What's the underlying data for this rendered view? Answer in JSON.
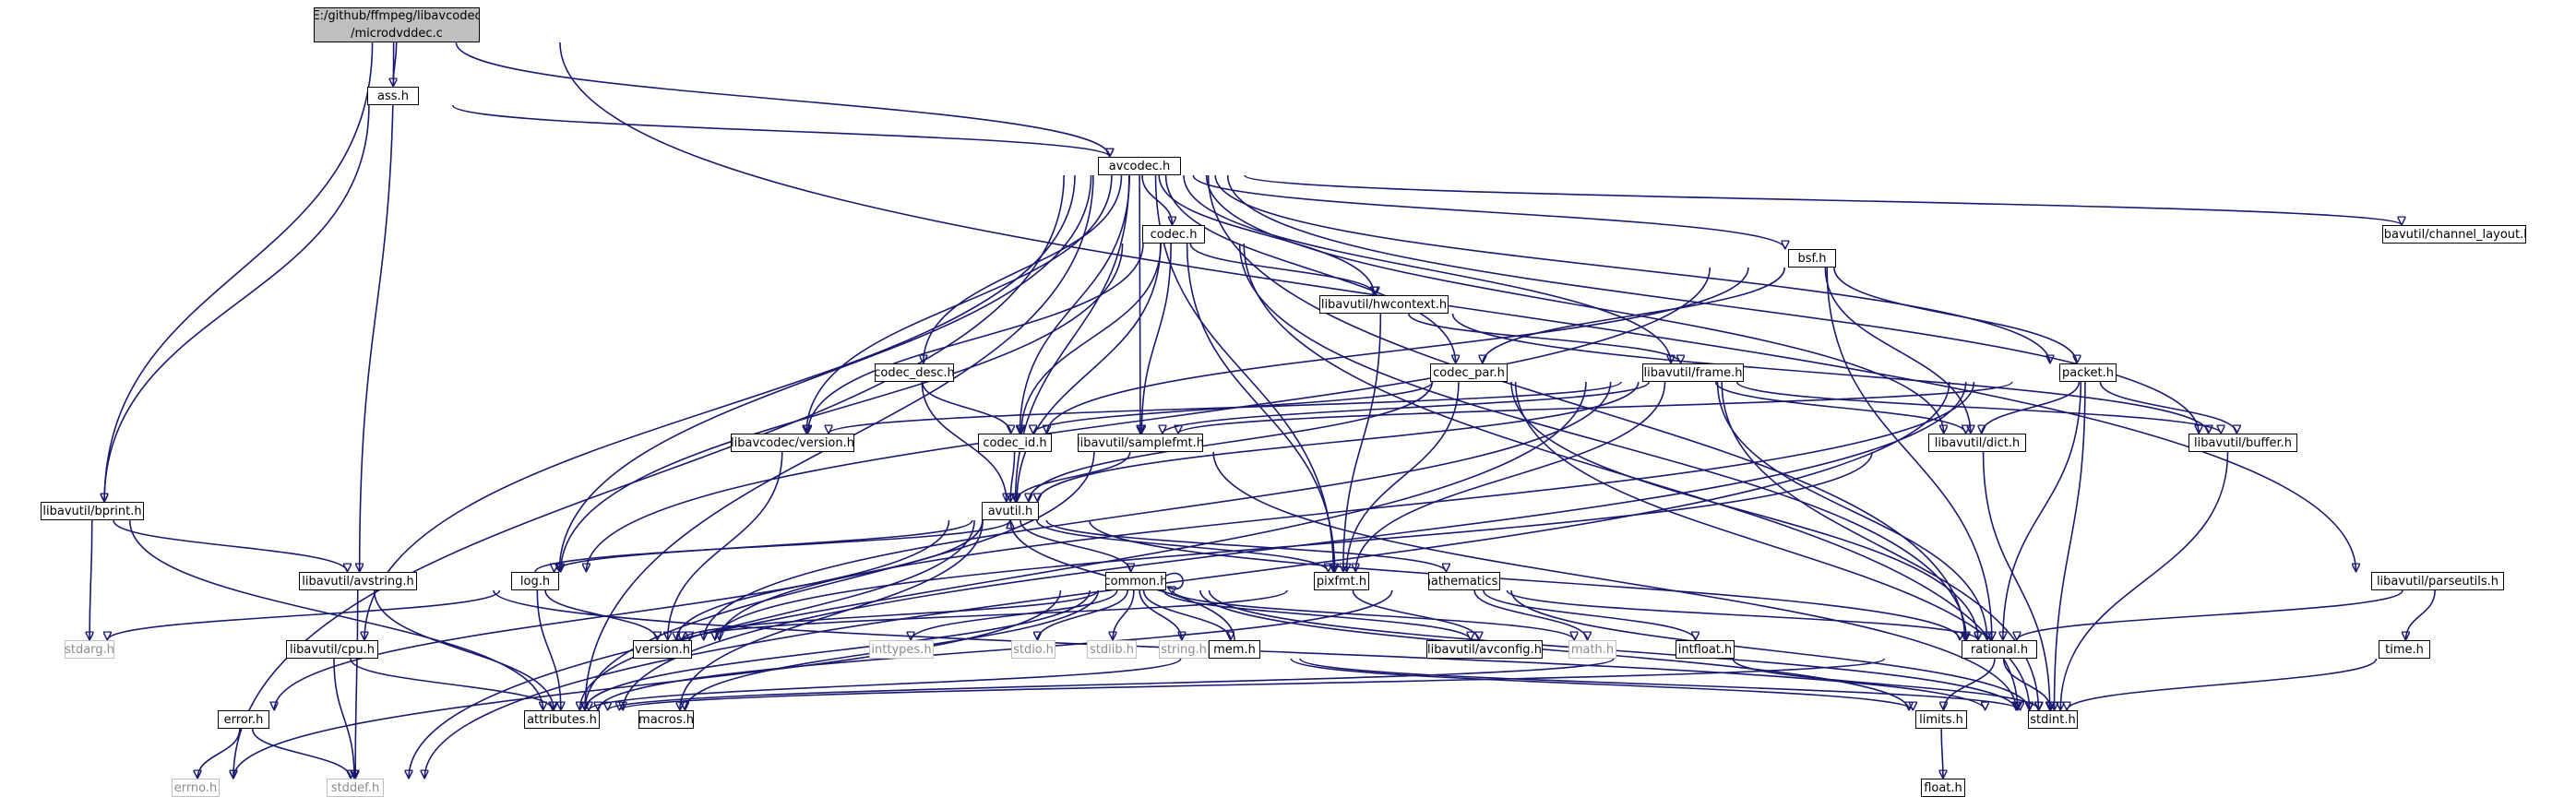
{
  "graph": {
    "root": {
      "line1": "E:/github/ffmpeg/libavcodec",
      "line2": "/microdvddec.c"
    },
    "nodes": {
      "ass_h": "ass.h",
      "avcodec_h": "avcodec.h",
      "channel_layout_h": "libavutil/channel_layout.h",
      "codec_h": "codec.h",
      "bsf_h": "bsf.h",
      "hwcontext_h": "libavutil/hwcontext.h",
      "codec_desc_h": "codec_desc.h",
      "codec_par_h": "codec_par.h",
      "frame_h": "libavutil/frame.h",
      "packet_h": "packet.h",
      "bprint_h": "libavutil/bprint.h",
      "version_avcodec_h": "libavcodec/version.h",
      "codec_id_h": "codec_id.h",
      "samplefmt_h": "libavutil/samplefmt.h",
      "dict_h": "libavutil/dict.h",
      "buffer_h": "libavutil/buffer.h",
      "avutil_h": "avutil.h",
      "avstring_h": "libavutil/avstring.h",
      "log_h": "log.h",
      "common_h": "common.h",
      "pixfmt_h": "pixfmt.h",
      "mathematics_h": "mathematics.h",
      "parseutils_h": "libavutil/parseutils.h",
      "stdarg_h": "stdarg.h",
      "version_h": "version.h",
      "inttypes_h": "inttypes.h",
      "stdio_h": "stdio.h",
      "stdlib_h": "stdlib.h",
      "string_h": "string.h",
      "mem_h": "mem.h",
      "avconfig_h": "libavutil/avconfig.h",
      "math_h": "math.h",
      "intfloat_h": "intfloat.h",
      "rational_h": "rational.h",
      "time_h": "time.h",
      "cpu_h": "libavutil/cpu.h",
      "attributes_h": "attributes.h",
      "macros_h": "macros.h",
      "error_h": "error.h",
      "limits_h": "limits.h",
      "stdint_h": "stdint.h",
      "errno_h": "errno.h",
      "stddef_h": "stddef.h",
      "float_h": "float.h"
    },
    "system_headers": [
      "stdarg_h",
      "inttypes_h",
      "stdio_h",
      "stdlib_h",
      "string_h",
      "math_h",
      "errno_h",
      "stddef_h"
    ],
    "edges": [
      [
        "root",
        "ass_h"
      ],
      [
        "root",
        "avcodec_h"
      ],
      [
        "root",
        "bprint_h"
      ],
      [
        "root",
        "avstring_h"
      ],
      [
        "root",
        "parseutils_h"
      ],
      [
        "ass_h",
        "avcodec_h"
      ],
      [
        "ass_h",
        "bprint_h"
      ],
      [
        "avcodec_h",
        "errno_h"
      ],
      [
        "avcodec_h",
        "attributes_h"
      ],
      [
        "avcodec_h",
        "cpu_h"
      ],
      [
        "avcodec_h",
        "log_h"
      ],
      [
        "avcodec_h",
        "avutil_h"
      ],
      [
        "avcodec_h",
        "version_avcodec_h"
      ],
      [
        "avcodec_h",
        "codec_desc_h"
      ],
      [
        "avcodec_h",
        "codec_id_h"
      ],
      [
        "avcodec_h",
        "samplefmt_h"
      ],
      [
        "avcodec_h",
        "codec_h"
      ],
      [
        "avcodec_h",
        "pixfmt_h"
      ],
      [
        "avcodec_h",
        "hwcontext_h"
      ],
      [
        "avcodec_h",
        "codec_par_h"
      ],
      [
        "avcodec_h",
        "frame_h"
      ],
      [
        "avcodec_h",
        "bsf_h"
      ],
      [
        "avcodec_h",
        "dict_h"
      ],
      [
        "avcodec_h",
        "packet_h"
      ],
      [
        "avcodec_h",
        "buffer_h"
      ],
      [
        "avcodec_h",
        "rational_h"
      ],
      [
        "avcodec_h",
        "channel_layout_h"
      ],
      [
        "codec_h",
        "log_h"
      ],
      [
        "codec_h",
        "version_avcodec_h"
      ],
      [
        "codec_h",
        "codec_id_h"
      ],
      [
        "codec_h",
        "avutil_h"
      ],
      [
        "codec_h",
        "samplefmt_h"
      ],
      [
        "codec_h",
        "pixfmt_h"
      ],
      [
        "codec_h",
        "hwcontext_h"
      ],
      [
        "codec_h",
        "rational_h"
      ],
      [
        "codec_h",
        "stdint_h"
      ],
      [
        "hwcontext_h",
        "pixfmt_h"
      ],
      [
        "hwcontext_h",
        "frame_h"
      ],
      [
        "hwcontext_h",
        "buffer_h"
      ],
      [
        "bsf_h",
        "log_h"
      ],
      [
        "bsf_h",
        "codec_id_h"
      ],
      [
        "bsf_h",
        "codec_par_h"
      ],
      [
        "bsf_h",
        "dict_h"
      ],
      [
        "bsf_h",
        "packet_h"
      ],
      [
        "bsf_h",
        "rational_h"
      ],
      [
        "codec_desc_h",
        "avutil_h"
      ],
      [
        "codec_desc_h",
        "codec_id_h"
      ],
      [
        "codec_par_h",
        "codec_id_h"
      ],
      [
        "codec_par_h",
        "avutil_h"
      ],
      [
        "codec_par_h",
        "pixfmt_h"
      ],
      [
        "codec_par_h",
        "rational_h"
      ],
      [
        "codec_par_h",
        "stdint_h"
      ],
      [
        "frame_h",
        "version_avcodec_h"
      ],
      [
        "frame_h",
        "avutil_h"
      ],
      [
        "frame_h",
        "samplefmt_h"
      ],
      [
        "frame_h",
        "dict_h"
      ],
      [
        "frame_h",
        "buffer_h"
      ],
      [
        "frame_h",
        "pixfmt_h"
      ],
      [
        "frame_h",
        "version_h"
      ],
      [
        "frame_h",
        "rational_h"
      ],
      [
        "frame_h",
        "stdint_h"
      ],
      [
        "frame_h",
        "stddef_h"
      ],
      [
        "packet_h",
        "dict_h"
      ],
      [
        "packet_h",
        "buffer_h"
      ],
      [
        "packet_h",
        "attributes_h"
      ],
      [
        "packet_h",
        "rational_h"
      ],
      [
        "packet_h",
        "stdint_h"
      ],
      [
        "packet_h",
        "stddef_h"
      ],
      [
        "packet_h",
        "version_h"
      ],
      [
        "packet_h",
        "samplefmt_h"
      ],
      [
        "bprint_h",
        "stdarg_h"
      ],
      [
        "bprint_h",
        "avstring_h"
      ],
      [
        "bprint_h",
        "attributes_h"
      ],
      [
        "version_avcodec_h",
        "version_h"
      ],
      [
        "codec_id_h",
        "avutil_h"
      ],
      [
        "samplefmt_h",
        "avutil_h"
      ],
      [
        "samplefmt_h",
        "attributes_h"
      ],
      [
        "samplefmt_h",
        "stdint_h"
      ],
      [
        "dict_h",
        "stdint_h"
      ],
      [
        "dict_h",
        "version_h"
      ],
      [
        "buffer_h",
        "stdint_h"
      ],
      [
        "avutil_h",
        "log_h"
      ],
      [
        "avutil_h",
        "common_h"
      ],
      [
        "avutil_h",
        "pixfmt_h"
      ],
      [
        "avutil_h",
        "mathematics_h"
      ],
      [
        "avutil_h",
        "rational_h"
      ],
      [
        "avutil_h",
        "version_h"
      ],
      [
        "avutil_h",
        "macros_h"
      ],
      [
        "avutil_h",
        "error_h"
      ],
      [
        "avutil_h",
        "attributes_h"
      ],
      [
        "avstring_h",
        "stddef_h"
      ],
      [
        "avstring_h",
        "stdint_h"
      ],
      [
        "avstring_h",
        "attributes_h"
      ],
      [
        "log_h",
        "stdarg_h"
      ],
      [
        "log_h",
        "attributes_h"
      ],
      [
        "log_h",
        "version_h"
      ],
      [
        "log_h",
        "avutil_h"
      ],
      [
        "common_h",
        "errno_h"
      ],
      [
        "common_h",
        "inttypes_h"
      ],
      [
        "common_h",
        "stdio_h"
      ],
      [
        "common_h",
        "stdlib_h"
      ],
      [
        "common_h",
        "string_h"
      ],
      [
        "common_h",
        "math_h"
      ],
      [
        "common_h",
        "limits_h"
      ],
      [
        "common_h",
        "stdint_h"
      ],
      [
        "common_h",
        "attributes_h"
      ],
      [
        "common_h",
        "macros_h"
      ],
      [
        "common_h",
        "version_h"
      ],
      [
        "common_h",
        "mem_h"
      ],
      [
        "common_h",
        "avconfig_h"
      ],
      [
        "common_h",
        "common_h"
      ],
      [
        "pixfmt_h",
        "avconfig_h"
      ],
      [
        "pixfmt_h",
        "version_h"
      ],
      [
        "mathematics_h",
        "math_h"
      ],
      [
        "mathematics_h",
        "intfloat_h"
      ],
      [
        "mathematics_h",
        "rational_h"
      ],
      [
        "mathematics_h",
        "stdint_h"
      ],
      [
        "mathematics_h",
        "attributes_h"
      ],
      [
        "parseutils_h",
        "time_h"
      ],
      [
        "parseutils_h",
        "rational_h"
      ],
      [
        "mem_h",
        "limits_h"
      ],
      [
        "mem_h",
        "stdint_h"
      ],
      [
        "mem_h",
        "attributes_h"
      ],
      [
        "mem_h",
        "avutil_h"
      ],
      [
        "intfloat_h",
        "stdint_h"
      ],
      [
        "intfloat_h",
        "attributes_h"
      ],
      [
        "rational_h",
        "stdint_h"
      ],
      [
        "rational_h",
        "limits_h"
      ],
      [
        "rational_h",
        "attributes_h"
      ],
      [
        "time_h",
        "stdint_h"
      ],
      [
        "cpu_h",
        "attributes_h"
      ],
      [
        "cpu_h",
        "stddef_h"
      ],
      [
        "error_h",
        "errno_h"
      ],
      [
        "error_h",
        "stddef_h"
      ],
      [
        "limits_h",
        "float_h"
      ]
    ]
  }
}
